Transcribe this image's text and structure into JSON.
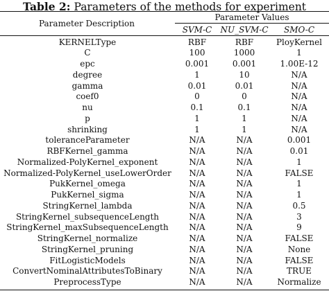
{
  "caption": {
    "label": "Table 2:",
    "text": " Parameters of the methods for experiment"
  },
  "header": {
    "description": "Parameter Description",
    "group": "Parameter Values",
    "columns": [
      "SVM-C",
      "NU_SVM-C",
      "SMO-C"
    ]
  },
  "rows": [
    {
      "name": "KERNELType",
      "svm_c": "RBF",
      "nu_svm_c": "RBF",
      "smo_c": "PloyKernel"
    },
    {
      "name": "C",
      "svm_c": "100",
      "nu_svm_c": "1000",
      "smo_c": "1"
    },
    {
      "name": "epc",
      "svm_c": "0.001",
      "nu_svm_c": "0.001",
      "smo_c": "1.00E-12"
    },
    {
      "name": "degree",
      "svm_c": "1",
      "nu_svm_c": "10",
      "smo_c": "N/A"
    },
    {
      "name": "gamma",
      "svm_c": "0.01",
      "nu_svm_c": "0.01",
      "smo_c": "N/A"
    },
    {
      "name": "coef0",
      "svm_c": "0",
      "nu_svm_c": "0",
      "smo_c": "N/A"
    },
    {
      "name": "nu",
      "svm_c": "0.1",
      "nu_svm_c": "0.1",
      "smo_c": "N/A"
    },
    {
      "name": "p",
      "svm_c": "1",
      "nu_svm_c": "1",
      "smo_c": "N/A"
    },
    {
      "name": "shrinking",
      "svm_c": "1",
      "nu_svm_c": "1",
      "smo_c": "N/A"
    },
    {
      "name": "toleranceParameter",
      "svm_c": "N/A",
      "nu_svm_c": "N/A",
      "smo_c": "0.001"
    },
    {
      "name": "RBFKernel_gamma",
      "svm_c": "N/A",
      "nu_svm_c": "N/A",
      "smo_c": "0.01"
    },
    {
      "name": "Normalized-PolyKernel_exponent",
      "svm_c": "N/A",
      "nu_svm_c": "N/A",
      "smo_c": "1"
    },
    {
      "name": "Normalized-PolyKernel_useLowerOrder",
      "svm_c": "N/A",
      "nu_svm_c": "N/A",
      "smo_c": "FALSE"
    },
    {
      "name": "PukKernel_omega",
      "svm_c": "N/A",
      "nu_svm_c": "N/A",
      "smo_c": "1"
    },
    {
      "name": "PukKernel_sigma",
      "svm_c": "N/A",
      "nu_svm_c": "N/A",
      "smo_c": "1"
    },
    {
      "name": "StringKernel_lambda",
      "svm_c": "N/A",
      "nu_svm_c": "N/A",
      "smo_c": "0.5"
    },
    {
      "name": "StringKernel_subsequenceLength",
      "svm_c": "N/A",
      "nu_svm_c": "N/A",
      "smo_c": "3"
    },
    {
      "name": "StringKernel_maxSubsequenceLength",
      "svm_c": "N/A",
      "nu_svm_c": "N/A",
      "smo_c": "9"
    },
    {
      "name": "StringKernel_normalize",
      "svm_c": "N/A",
      "nu_svm_c": "N/A",
      "smo_c": "FALSE"
    },
    {
      "name": "StringKernel_pruning",
      "svm_c": "N/A",
      "nu_svm_c": "N/A",
      "smo_c": "None"
    },
    {
      "name": "FitLogisticModels",
      "svm_c": "N/A",
      "nu_svm_c": "N/A",
      "smo_c": "FALSE"
    },
    {
      "name": "ConvertNominalAttributesToBinary",
      "svm_c": "N/A",
      "nu_svm_c": "N/A",
      "smo_c": "TRUE"
    },
    {
      "name": "PreprocessType",
      "svm_c": "N/A",
      "nu_svm_c": "N/A",
      "smo_c": "Normalize"
    }
  ]
}
